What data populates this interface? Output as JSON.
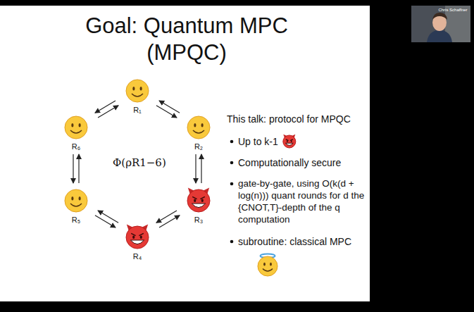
{
  "diagram": {
    "title": "Goal: Quantum MPC (MPQC)",
    "nodes": [
      {
        "text": [
          "R₁"
        ]
      },
      {
        "text": [
          "R₂"
        ]
      },
      {
        "text": [
          "R₃"
        ]
      },
      {
        "text": [
          "R₄"
        ]
      },
      {
        "text": [
          "R₅"
        ]
      },
      {
        "text": [
          "R₆"
        ]
      }
    ],
    "edges": [
      {
        "from": 0,
        "to": 1,
        "arrow": "to"
      },
      {
        "from": 1,
        "to": 0,
        "arrow": "to"
      },
      {
        "from": 1,
        "to": 2,
        "arrow": "to"
      },
      {
        "from": 2,
        "to": 1,
        "arrow": "to"
      },
      {
        "from": 2,
        "to": 3,
        "arrow": "to"
      },
      {
        "from": 3,
        "to": 2,
        "arrow": "to"
      },
      {
        "from": 3,
        "to": 4,
        "arrow": "to"
      },
      {
        "from": 4,
        "to": 3,
        "arrow": "to"
      },
      {
        "from": 4,
        "to": 5,
        "arrow": "to"
      },
      {
        "from": 5,
        "to": 4,
        "arrow": "to"
      },
      {
        "from": 5,
        "to": 0,
        "arrow": "to"
      },
      {
        "from": 0,
        "to": 5,
        "arrow": "to"
      }
    ],
    "labels": [
      "This talk: protocol for MPQC",
      "Up to k-1",
      "Computationally secure",
      "gate-by-gate, using O(k(d + log(n))) quant rounds for d the {CNOT,T}-depth of the q computation",
      "subroutine: classical MPC",
      "Φ(ρR1−6)",
      "Chris Schaffner"
    ]
  }
}
